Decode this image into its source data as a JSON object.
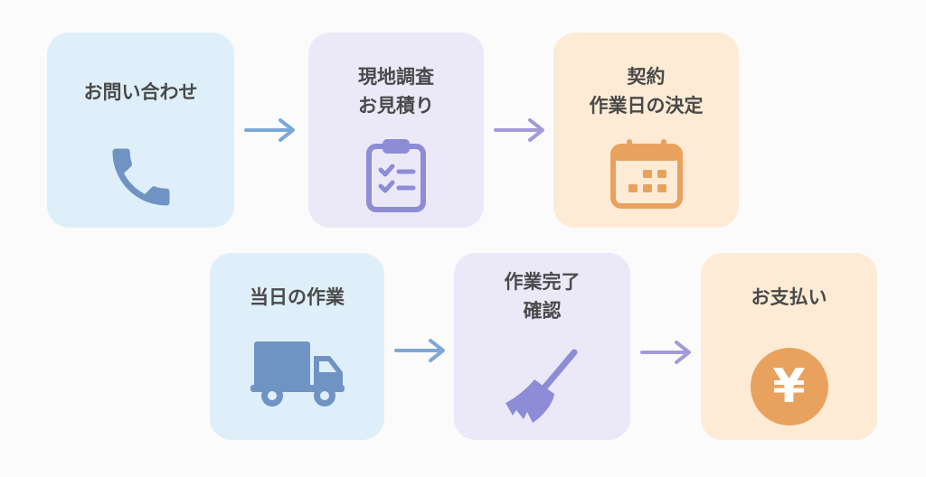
{
  "steps": [
    {
      "label": "お問い合わせ",
      "icon": "phone-icon"
    },
    {
      "label": "現地調査\nお見積り",
      "icon": "clipboard-icon"
    },
    {
      "label": "契約\n作業日の決定",
      "icon": "calendar-icon"
    },
    {
      "label": "当日の作業",
      "icon": "truck-icon"
    },
    {
      "label": "作業完了\n確認",
      "icon": "broom-icon"
    },
    {
      "label": "お支払い",
      "icon": "yen-coin-icon"
    }
  ],
  "yen_symbol": "¥",
  "colors": {
    "blue_card": "#dfeffa",
    "purple_card": "#ebe9f8",
    "orange_card": "#fdebd5",
    "blue_icon": "#6f94c4",
    "purple_icon": "#8d8cd6",
    "orange_icon": "#e8a25e",
    "blue_arrow": "#7ca8d8",
    "purple_arrow": "#a59ad8"
  }
}
